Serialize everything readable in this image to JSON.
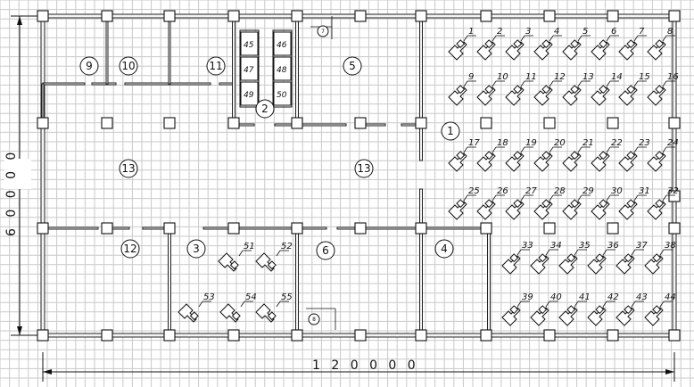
{
  "dimensions": {
    "horizontal": "1 2 0 0 0 0",
    "vertical": "6 0 0 0 0"
  },
  "rooms": [
    "1",
    "2",
    "3",
    "4",
    "5",
    "6",
    "7",
    "8",
    "9",
    "10",
    "11",
    "12",
    "13",
    "13"
  ],
  "workstations": [
    "1",
    "2",
    "3",
    "4",
    "5",
    "6",
    "7",
    "8",
    "9",
    "10",
    "11",
    "12",
    "13",
    "14",
    "15",
    "16",
    "17",
    "18",
    "19",
    "20",
    "21",
    "22",
    "23",
    "24",
    "25",
    "26",
    "27",
    "28",
    "29",
    "30",
    "31",
    "32",
    "33",
    "34",
    "35",
    "36",
    "37",
    "38",
    "39",
    "40",
    "41",
    "42",
    "43",
    "44",
    "51",
    "52",
    "53",
    "54",
    "55"
  ],
  "cabinets": [
    "45",
    "46",
    "47",
    "48",
    "49",
    "50"
  ]
}
